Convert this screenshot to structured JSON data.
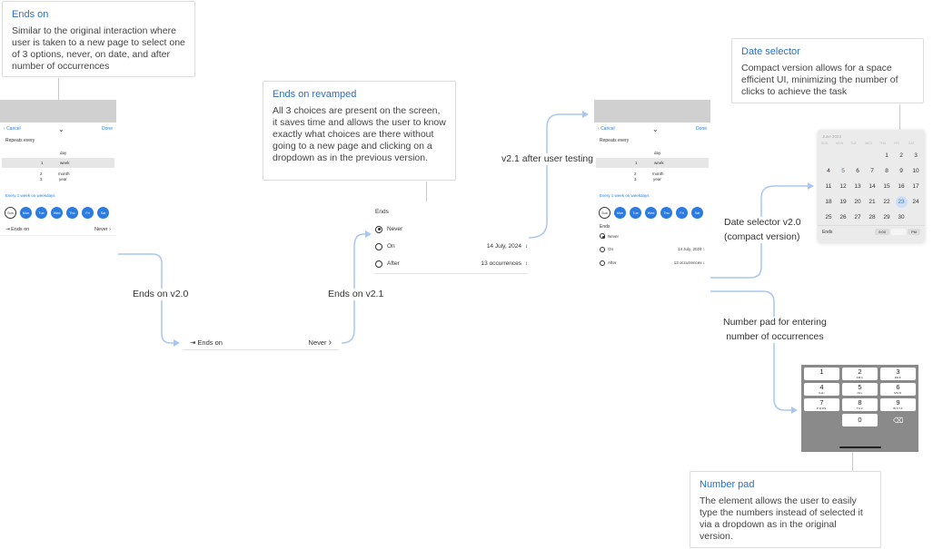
{
  "cards": {
    "ends_on": {
      "title": "Ends on",
      "body": "Similar to the original interaction where user is taken to a new page to select one of 3 options, never, on date, and after number of occurrences"
    },
    "ends_on_revamped": {
      "title": "Ends on revamped",
      "body": "All 3 choices are present on the screen, it saves time and allows the user to know exactly what choices are there without going to a new page and clicking on a dropdown as in the previous version."
    },
    "date_selector": {
      "title": "Date selector",
      "body": "Compact version allows for a space efficient UI, minimizing the number of clicks to achieve the task"
    },
    "number_pad": {
      "title": "Number pad",
      "body": "The element allows the user to easily type the numbers instead of selected it via a dropdown as in the original version."
    }
  },
  "flow_labels": {
    "ends_on_v20": "Ends on v2.0",
    "ends_on_v21": "Ends on v2.1",
    "after_testing": "v2.1 after user testing",
    "date_selector_v20_line1": "Date selector v2.0",
    "date_selector_v20_line2": "(compact version)",
    "numpad_line1": "Number pad for entering",
    "numpad_line2": "number of occurrences"
  },
  "phone1": {
    "cancel": "Cancel",
    "done": "Done",
    "repeats_every": "Repeats every",
    "picker": [
      {
        "num": "",
        "unit": "day"
      },
      {
        "num": "1",
        "unit": "week"
      },
      {
        "num": "2",
        "unit": "month"
      },
      {
        "num": "3",
        "unit": "year"
      }
    ],
    "every_text": "Every 1 week on weekdays",
    "days": [
      "Sun",
      "Mon",
      "Tue",
      "Wed",
      "Thu",
      "Fri",
      "Sat"
    ],
    "ends_on_label": "Ends on",
    "ends_on_value": "Never"
  },
  "ends_bar": {
    "label": "Ends on",
    "value": "Never"
  },
  "radio_block": {
    "title": "Ends",
    "never": "Never",
    "on": "On",
    "on_value": "14 July, 2024",
    "after": "After",
    "after_value": "13 occurrences"
  },
  "phone2": {
    "cancel": "Cancel",
    "done": "Done",
    "repeats_every": "Repeats every",
    "picker": [
      {
        "num": "",
        "unit": "day"
      },
      {
        "num": "1",
        "unit": "week"
      },
      {
        "num": "2",
        "unit": "month"
      },
      {
        "num": "3",
        "unit": "year"
      }
    ],
    "every_text": "Every 1 week on weekdays",
    "days": [
      "Sun",
      "Mon",
      "Tue",
      "Wed",
      "Thu",
      "Fri",
      "Sat"
    ],
    "ends_title": "Ends",
    "never": "Never",
    "on": "On",
    "on_value": "14 July, 2024",
    "after": "After",
    "after_value": "13 occurrences"
  },
  "calendar": {
    "month": "June 2023",
    "weekdays": [
      "SUN",
      "MON",
      "TUE",
      "WED",
      "THU",
      "FRI",
      "SAT"
    ],
    "weeks": [
      [
        "",
        "",
        "",
        "",
        "1",
        "2",
        "3"
      ],
      [
        "4",
        "5",
        "6",
        "7",
        "8",
        "9",
        "10"
      ],
      [
        "11",
        "12",
        "13",
        "14",
        "15",
        "16",
        "17"
      ],
      [
        "18",
        "19",
        "20",
        "21",
        "22",
        "23",
        "24"
      ],
      [
        "25",
        "26",
        "27",
        "28",
        "29",
        "30",
        ""
      ]
    ],
    "highlight_blue": "5",
    "selected": "23",
    "footer_label": "Ends",
    "time": "9:00",
    "pm": "PM"
  },
  "numpad": {
    "keys": [
      {
        "n": "1",
        "s": ""
      },
      {
        "n": "2",
        "s": "ABC"
      },
      {
        "n": "3",
        "s": "DEF"
      },
      {
        "n": "4",
        "s": "GHI"
      },
      {
        "n": "5",
        "s": "JKL"
      },
      {
        "n": "6",
        "s": "MNO"
      },
      {
        "n": "7",
        "s": "PQRS"
      },
      {
        "n": "8",
        "s": "TUV"
      },
      {
        "n": "9",
        "s": "WXYZ"
      },
      {
        "n": "0",
        "s": ""
      }
    ]
  }
}
